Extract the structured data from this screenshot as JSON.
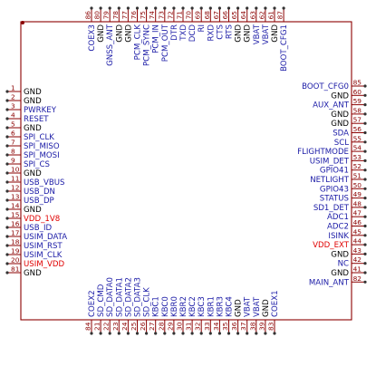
{
  "colors": {
    "body": "#8b0000",
    "pin_line": "#8b0000",
    "pin_end": "#333333",
    "num_text": "#8b0000",
    "name_signal": "#1a1aa6",
    "name_ground": "#000000",
    "name_power": "#e00000"
  },
  "pins": {
    "left": [
      {
        "num": "1",
        "name": "GND",
        "kind": "ground"
      },
      {
        "num": "2",
        "name": "GND",
        "kind": "ground"
      },
      {
        "num": "3",
        "name": "PWRKEY",
        "kind": "signal"
      },
      {
        "num": "4",
        "name": "RESET",
        "kind": "signal"
      },
      {
        "num": "5",
        "name": "GND",
        "kind": "ground"
      },
      {
        "num": "6",
        "name": "SPI_CLK",
        "kind": "signal"
      },
      {
        "num": "7",
        "name": "SPI_MISO",
        "kind": "signal"
      },
      {
        "num": "8",
        "name": "SPI_MOSI",
        "kind": "signal"
      },
      {
        "num": "9",
        "name": "SPI_CS",
        "kind": "signal"
      },
      {
        "num": "10",
        "name": "GND",
        "kind": "ground"
      },
      {
        "num": "11",
        "name": "USB_VBUS",
        "kind": "signal"
      },
      {
        "num": "12",
        "name": "USB_DN",
        "kind": "signal"
      },
      {
        "num": "13",
        "name": "USB_DP",
        "kind": "signal"
      },
      {
        "num": "14",
        "name": "GND",
        "kind": "ground"
      },
      {
        "num": "15",
        "name": "VDD_1V8",
        "kind": "power"
      },
      {
        "num": "16",
        "name": "USB_ID",
        "kind": "signal"
      },
      {
        "num": "17",
        "name": "USIM_DATA",
        "kind": "signal"
      },
      {
        "num": "18",
        "name": "USIM_RST",
        "kind": "signal"
      },
      {
        "num": "19",
        "name": "USIM_CLK",
        "kind": "signal"
      },
      {
        "num": "20",
        "name": "USIM_VDD",
        "kind": "power"
      },
      {
        "num": "81",
        "name": "GND",
        "kind": "ground"
      }
    ],
    "right": [
      {
        "num": "85",
        "name": "BOOT_CFG0",
        "kind": "signal"
      },
      {
        "num": "60",
        "name": "GND",
        "kind": "ground"
      },
      {
        "num": "59",
        "name": "AUX_ANT",
        "kind": "signal"
      },
      {
        "num": "58",
        "name": "GND",
        "kind": "ground"
      },
      {
        "num": "57",
        "name": "GND",
        "kind": "ground"
      },
      {
        "num": "56",
        "name": "SDA",
        "kind": "signal"
      },
      {
        "num": "55",
        "name": "SCL",
        "kind": "signal"
      },
      {
        "num": "54",
        "name": "FLIGHTMODE",
        "kind": "signal"
      },
      {
        "num": "53",
        "name": "USIM_DET",
        "kind": "signal"
      },
      {
        "num": "52",
        "name": "GPIO41",
        "kind": "signal"
      },
      {
        "num": "51",
        "name": "NETLIGHT",
        "kind": "signal"
      },
      {
        "num": "50",
        "name": "GPIO43",
        "kind": "signal"
      },
      {
        "num": "49",
        "name": "STATUS",
        "kind": "signal"
      },
      {
        "num": "48",
        "name": "SD1_DET",
        "kind": "signal"
      },
      {
        "num": "47",
        "name": "ADC1",
        "kind": "signal"
      },
      {
        "num": "46",
        "name": "ADC2",
        "kind": "signal"
      },
      {
        "num": "45",
        "name": "ISINK",
        "kind": "signal"
      },
      {
        "num": "44",
        "name": "VDD_EXT",
        "kind": "power"
      },
      {
        "num": "43",
        "name": "GND",
        "kind": "ground"
      },
      {
        "num": "42",
        "name": "NC",
        "kind": "signal"
      },
      {
        "num": "41",
        "name": "GND",
        "kind": "ground"
      },
      {
        "num": "82",
        "name": "MAIN_ANT",
        "kind": "signal"
      }
    ],
    "top": [
      {
        "num": "86",
        "name": "COEX3",
        "kind": "signal"
      },
      {
        "num": "80",
        "name": "GND",
        "kind": "ground"
      },
      {
        "num": "79",
        "name": "GNSS_ANT",
        "kind": "signal"
      },
      {
        "num": "78",
        "name": "GND",
        "kind": "ground"
      },
      {
        "num": "77",
        "name": "GND",
        "kind": "ground"
      },
      {
        "num": "76",
        "name": "PCM_CLK",
        "kind": "signal"
      },
      {
        "num": "75",
        "name": "PCM_SYNC",
        "kind": "signal"
      },
      {
        "num": "74",
        "name": "PCM_IN",
        "kind": "signal"
      },
      {
        "num": "73",
        "name": "PCM_OUT",
        "kind": "signal"
      },
      {
        "num": "72",
        "name": "DTR",
        "kind": "signal"
      },
      {
        "num": "71",
        "name": "TXD",
        "kind": "signal"
      },
      {
        "num": "70",
        "name": "DCD",
        "kind": "signal"
      },
      {
        "num": "69",
        "name": "RI",
        "kind": "signal"
      },
      {
        "num": "68",
        "name": "RXD",
        "kind": "signal"
      },
      {
        "num": "67",
        "name": "CTS",
        "kind": "signal"
      },
      {
        "num": "66",
        "name": "RTS",
        "kind": "signal"
      },
      {
        "num": "65",
        "name": "GND",
        "kind": "ground"
      },
      {
        "num": "64",
        "name": "GND",
        "kind": "ground"
      },
      {
        "num": "63",
        "name": "VBAT",
        "kind": "signal"
      },
      {
        "num": "62",
        "name": "VBAT",
        "kind": "signal"
      },
      {
        "num": "61",
        "name": "GND",
        "kind": "ground"
      },
      {
        "num": "87",
        "name": "BOOT_CFG1",
        "kind": "signal"
      }
    ],
    "bottom": [
      {
        "num": "84",
        "name": "COEX2",
        "kind": "signal"
      },
      {
        "num": "21",
        "name": "SD_CMD",
        "kind": "signal"
      },
      {
        "num": "22",
        "name": "SD_DATA0",
        "kind": "signal"
      },
      {
        "num": "23",
        "name": "SD_DATA1",
        "kind": "signal"
      },
      {
        "num": "24",
        "name": "SD_DATA2",
        "kind": "signal"
      },
      {
        "num": "25",
        "name": "SD_DATA3",
        "kind": "signal"
      },
      {
        "num": "26",
        "name": "SD_CLK",
        "kind": "signal"
      },
      {
        "num": "27",
        "name": "KBC1",
        "kind": "signal"
      },
      {
        "num": "28",
        "name": "KBC0",
        "kind": "signal"
      },
      {
        "num": "29",
        "name": "KBR0",
        "kind": "signal"
      },
      {
        "num": "30",
        "name": "KBR2",
        "kind": "signal"
      },
      {
        "num": "31",
        "name": "KBC2",
        "kind": "signal"
      },
      {
        "num": "32",
        "name": "KBC3",
        "kind": "signal"
      },
      {
        "num": "33",
        "name": "KBR1",
        "kind": "signal"
      },
      {
        "num": "34",
        "name": "KBR3",
        "kind": "signal"
      },
      {
        "num": "35",
        "name": "KBC4",
        "kind": "signal"
      },
      {
        "num": "36",
        "name": "GND",
        "kind": "ground"
      },
      {
        "num": "37",
        "name": "VBAT",
        "kind": "signal"
      },
      {
        "num": "38",
        "name": "VBAT",
        "kind": "signal"
      },
      {
        "num": "39",
        "name": "GND",
        "kind": "ground"
      },
      {
        "num": "83",
        "name": "COEX1",
        "kind": "signal"
      }
    ]
  }
}
